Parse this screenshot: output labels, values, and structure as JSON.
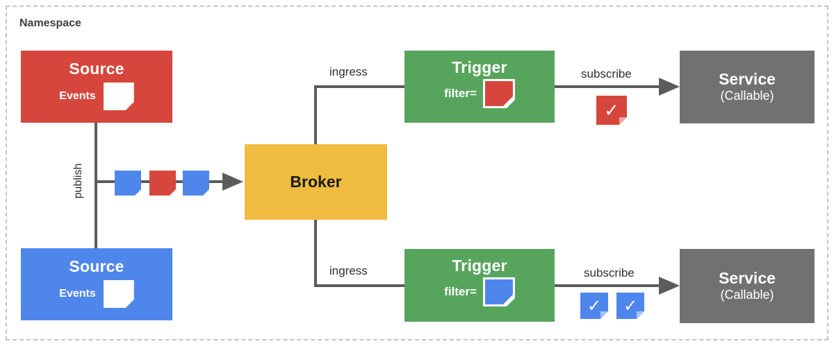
{
  "colors": {
    "red": "#D6463C",
    "blue": "#4F86EC",
    "green": "#57A55C",
    "yellow": "#EFBC40",
    "gray": "#717171",
    "line": "#5C5C5C",
    "dash": "#C2C2C2",
    "text": "#2E2E2E",
    "white": "#FFFFFF"
  },
  "namespace": {
    "label": "Namespace"
  },
  "publish": {
    "label": "publish"
  },
  "sources": [
    {
      "title": "Source",
      "events_label": "Events",
      "color": "#D6463C"
    },
    {
      "title": "Source",
      "events_label": "Events",
      "color": "#4F86EC"
    }
  ],
  "event_squares": [
    {
      "icon": "event-note-icon",
      "color": "#4F86EC"
    },
    {
      "icon": "event-note-icon",
      "color": "#D6463C"
    },
    {
      "icon": "event-note-icon",
      "color": "#4F86EC"
    }
  ],
  "broker": {
    "title": "Broker"
  },
  "flows": [
    {
      "ingress_label": "ingress",
      "trigger_title": "Trigger",
      "filter_label": "filter=",
      "filter_color": "#D6463C",
      "subscribe_label": "subscribe",
      "checks": [
        "✓"
      ],
      "check_color": "#D6463C",
      "service_title": "Service",
      "service_subtitle": "(Callable)"
    },
    {
      "ingress_label": "ingress",
      "trigger_title": "Trigger",
      "filter_label": "filter=",
      "filter_color": "#4F86EC",
      "subscribe_label": "subscribe",
      "checks": [
        "✓",
        "✓"
      ],
      "check_color": "#4F86EC",
      "service_title": "Service",
      "service_subtitle": "(Callable)"
    }
  ]
}
